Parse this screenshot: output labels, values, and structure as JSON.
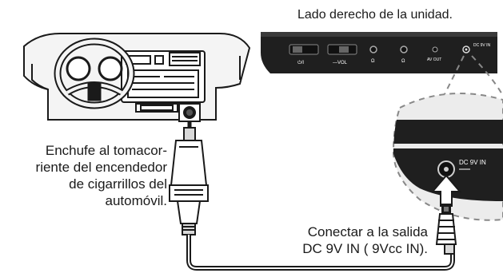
{
  "labels": {
    "unit_side": "Lado derecho de la unidad.",
    "plug_lines": [
      "Enchufe al tomacor-",
      "riente del encendedor",
      "de cigarrillos del",
      "automóvil."
    ],
    "connect_lines": [
      "Conectar a la salida",
      "DC 9V IN ( 9Vcc IN)."
    ]
  },
  "device_panel": {
    "port_labels": [
      "⏻/I",
      "—VOL",
      "Ω",
      "Ω",
      "AV OUT",
      "DC 9V IN"
    ]
  },
  "zoom_panel": {
    "jack_label": "DC 9V IN"
  },
  "colors": {
    "line": "#1a1a1a",
    "device_body": "#1f1f1f",
    "car_fill": "#f4f4f4",
    "zoom_fill": "#ececec"
  }
}
